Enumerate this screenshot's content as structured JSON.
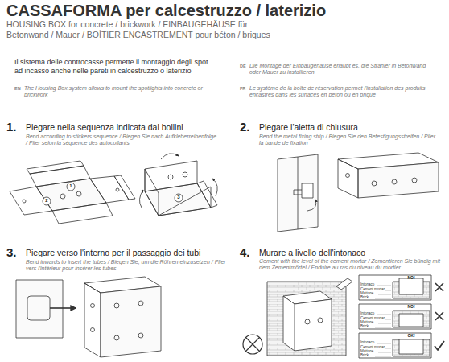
{
  "diagram": {
    "title": "CASSAFORMA per calcestruzzo / laterizio",
    "labels": [
      "HOUSING BOX for concrete / brickwork / EINBAUGEHÄUSE für Betonwand / Mauer / BOÎTIER ENCASTREMENT pour béton / briques",
      "Il sistema delle controcasse permette il montaggio degli spot ad incasso anche nelle pareti in calcestruzzo o laterizio",
      "EN",
      "The Housing Box system allows to mount the spotlights into concrete or brickwork",
      "DE",
      "Die Montage der Einbaugehäuse erlaubt es, die Strahler in Betonwand oder Mauer zu installieren",
      "FR",
      "Le système de la boîte de réservation permet l'installation des produits encastrés dans les surfaces en béton ou en brique",
      "1.",
      "Piegare nella sequenza indicata dai bollini",
      "Bend according to stickers sequence / Biegen Sie nach Aufkleberreihenfolge / Plier selon la séquence des autocollants",
      "1",
      "2",
      "3",
      "2.",
      "Piegare l'aletta di chiusura",
      "Bend the metal fixing strip / Biegen Sie den Befestigungsstreifen / Plier la bande de fixation",
      "3.",
      "Piegare verso l'interno per il passaggio dei tubi",
      "Bend inwards to insert the tubes / Biegen Sie, um die Röhren einzusetzen / Plier vers l'intérieur pour insérer les tubes",
      "4.",
      "Murare a livello dell'intonaco",
      "Cement with the level of the cement mortar / Zementieren Sie bündig mit dem Zementmörtel / Enduire au ras du niveau du mortier",
      "NO!",
      "Intonaco",
      "Cement mortar",
      "Mattone",
      "Brick",
      "NO!",
      "Intonaco",
      "Cement mortar",
      "Mattone",
      "Brick",
      "OK!",
      "Intonaco",
      "Cement mortar",
      "Mattone",
      "Brick"
    ]
  }
}
